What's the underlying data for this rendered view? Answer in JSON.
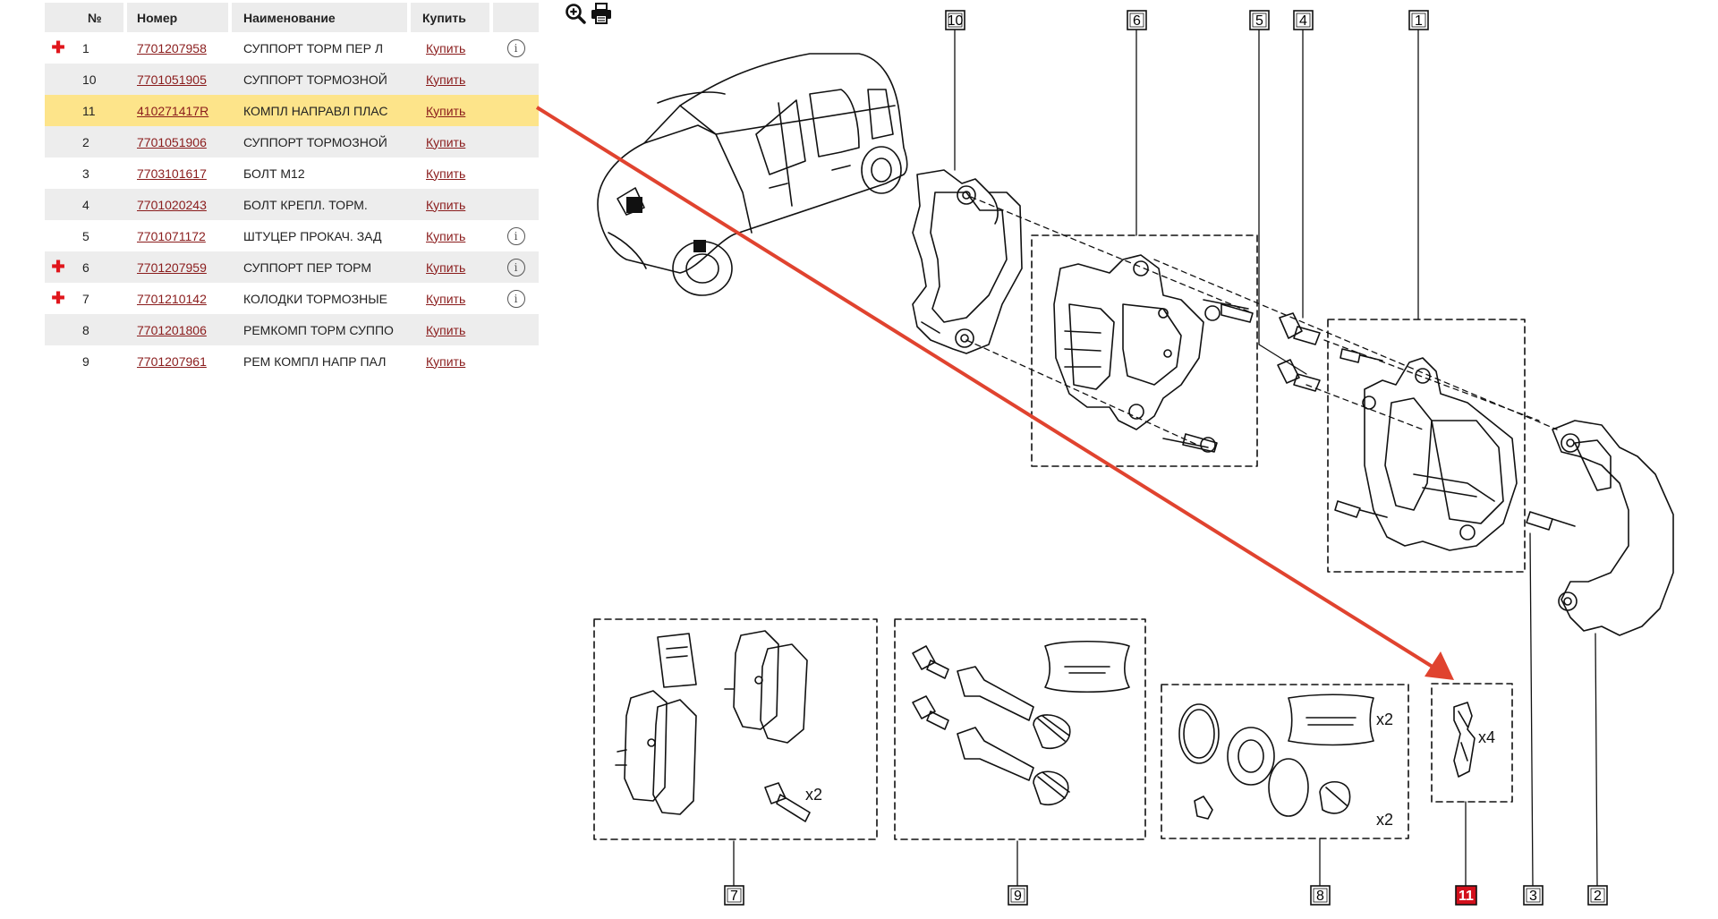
{
  "table": {
    "headers": {
      "num": "№",
      "code": "Номер",
      "name": "Наименование",
      "buy": "Купить"
    },
    "rows": [
      {
        "marker": "✚",
        "num": "1",
        "code": "7701207958",
        "name": "СУППОРТ ТОРМ ПЕР Л",
        "buy": "Купить",
        "info": true,
        "highlight": false
      },
      {
        "marker": "",
        "num": "10",
        "code": "7701051905",
        "name": "СУППОРТ ТОРМОЗНОЙ",
        "buy": "Купить",
        "info": false,
        "highlight": false
      },
      {
        "marker": "",
        "num": "11",
        "code": "410271417R",
        "name": "КОМПЛ НАПРАВЛ ПЛАС",
        "buy": "Купить",
        "info": false,
        "highlight": true
      },
      {
        "marker": "",
        "num": "2",
        "code": "7701051906",
        "name": "СУППОРТ ТОРМОЗНОЙ",
        "buy": "Купить",
        "info": false,
        "highlight": false
      },
      {
        "marker": "",
        "num": "3",
        "code": "7703101617",
        "name": "БОЛТ М12",
        "buy": "Купить",
        "info": false,
        "highlight": false
      },
      {
        "marker": "",
        "num": "4",
        "code": "7701020243",
        "name": "БОЛТ КРЕПЛ. ТОРМ.",
        "buy": "Купить",
        "info": false,
        "highlight": false
      },
      {
        "marker": "",
        "num": "5",
        "code": "7701071172",
        "name": "ШТУЦЕР ПРОКАЧ. ЗАД",
        "buy": "Купить",
        "info": true,
        "highlight": false
      },
      {
        "marker": "✚",
        "num": "6",
        "code": "7701207959",
        "name": "СУППОРТ ПЕР ТОРМ",
        "buy": "Купить",
        "info": true,
        "highlight": false
      },
      {
        "marker": "✚",
        "num": "7",
        "code": "7701210142",
        "name": "КОЛОДКИ ТОРМОЗНЫЕ",
        "buy": "Купить",
        "info": true,
        "highlight": false
      },
      {
        "marker": "",
        "num": "8",
        "code": "7701201806",
        "name": "РЕМКОМП ТОРМ СУППО",
        "buy": "Купить",
        "info": false,
        "highlight": false
      },
      {
        "marker": "",
        "num": "9",
        "code": "7701207961",
        "name": "РЕМ КОМПЛ НАПР ПАЛ",
        "buy": "Купить",
        "info": false,
        "highlight": false
      }
    ]
  },
  "toolbar": {
    "zoom_icon": "zoom-in-icon",
    "print_icon": "printer-icon"
  },
  "diagram": {
    "callouts": [
      "10",
      "6",
      "5",
      "4",
      "1",
      "7",
      "9",
      "8",
      "11",
      "3",
      "2"
    ],
    "highlighted_callout": "11",
    "multipliers": [
      "x2",
      "x2",
      "x2",
      "x4"
    ],
    "colors": {
      "arrow": "#e0432f",
      "highlight_callout": "#d3101c",
      "row_highlight": "#fde48a",
      "link": "#8a1c1c"
    }
  }
}
